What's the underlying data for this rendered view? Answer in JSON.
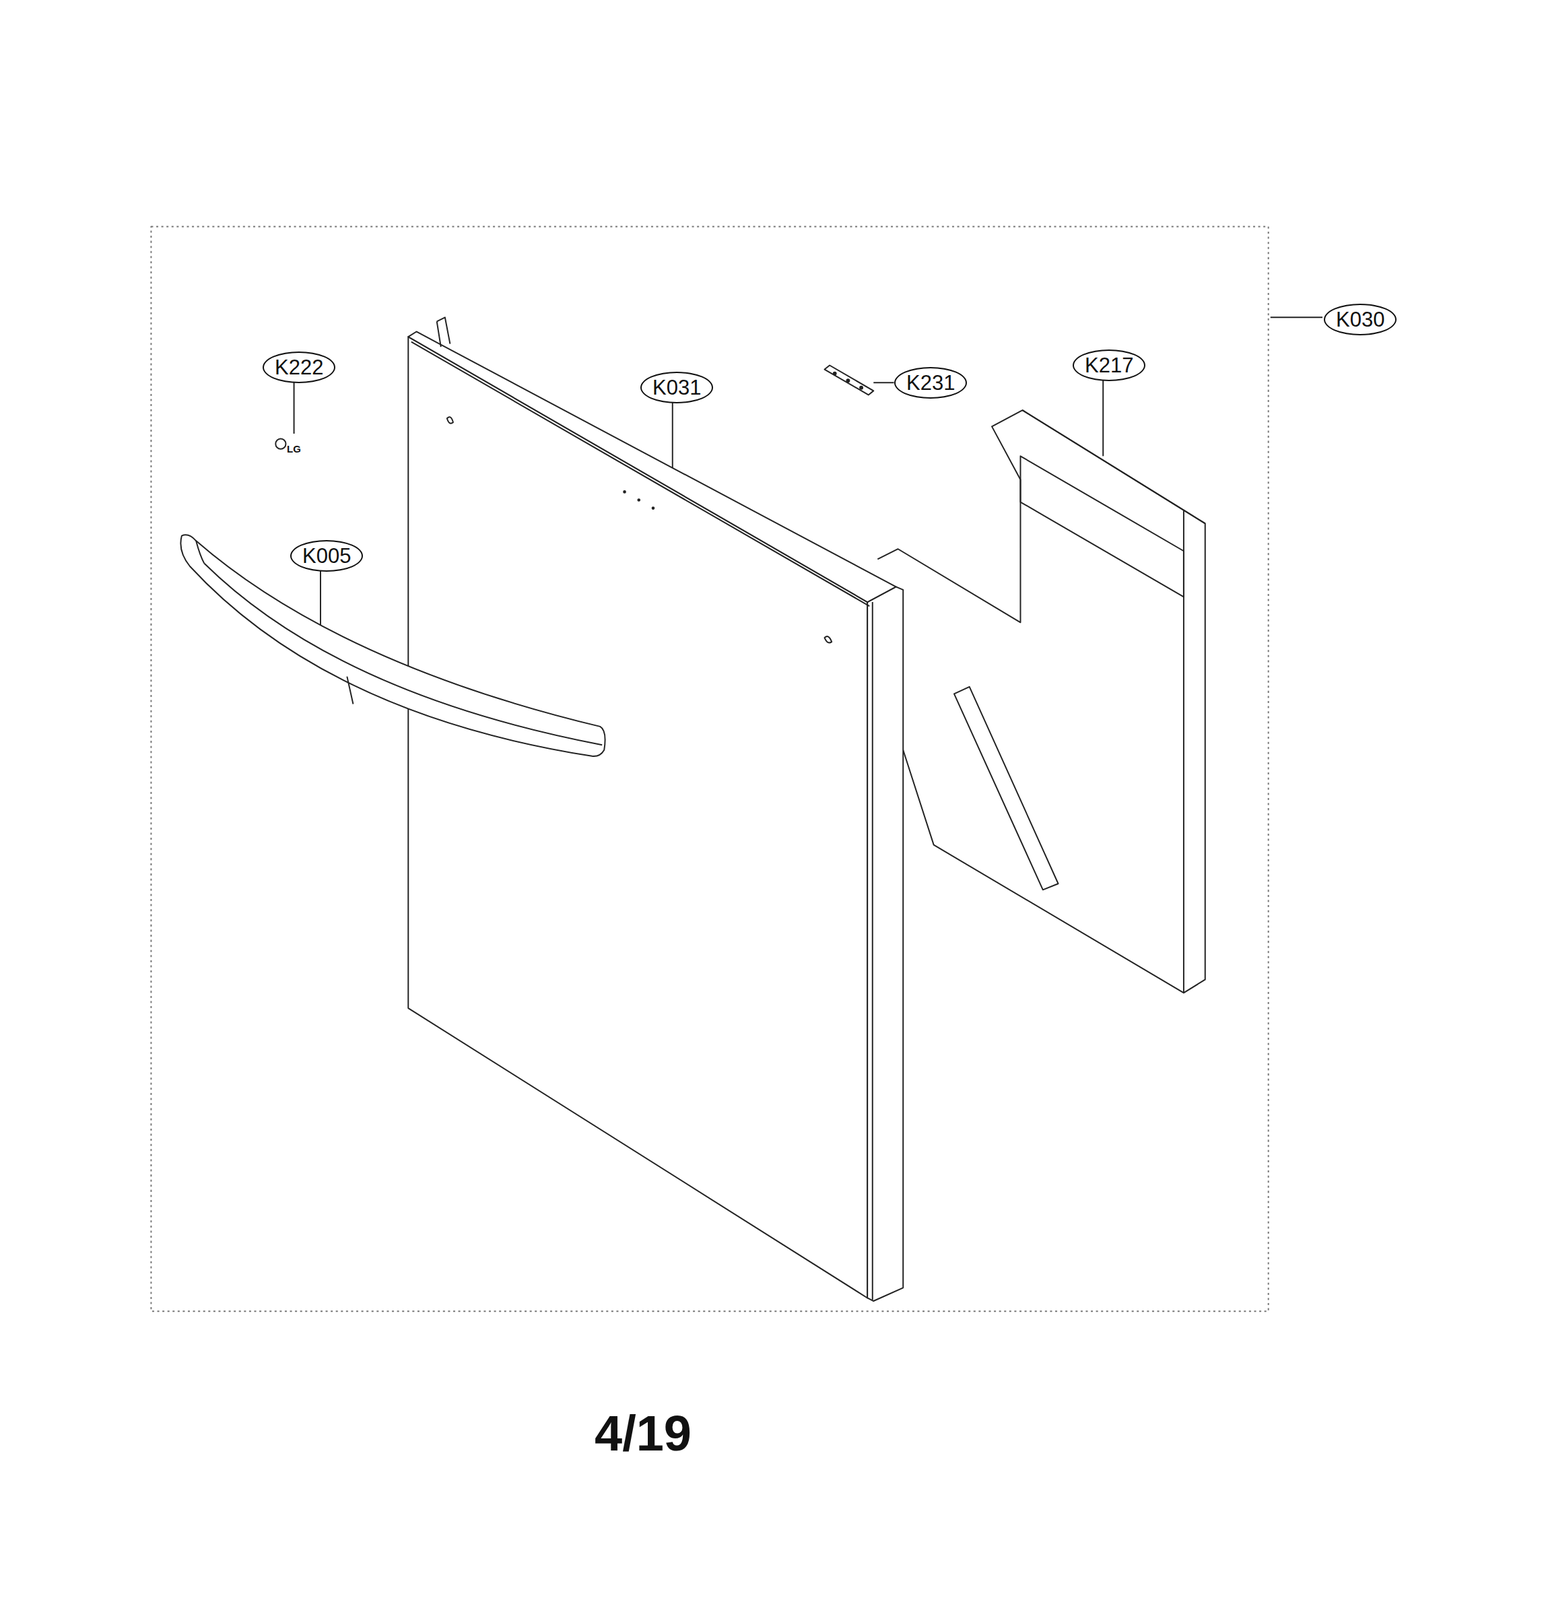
{
  "diagram": {
    "labels": [
      "K030",
      "K222",
      "K031",
      "K231",
      "K217",
      "K005",
      "LG",
      "4/19"
    ]
  }
}
